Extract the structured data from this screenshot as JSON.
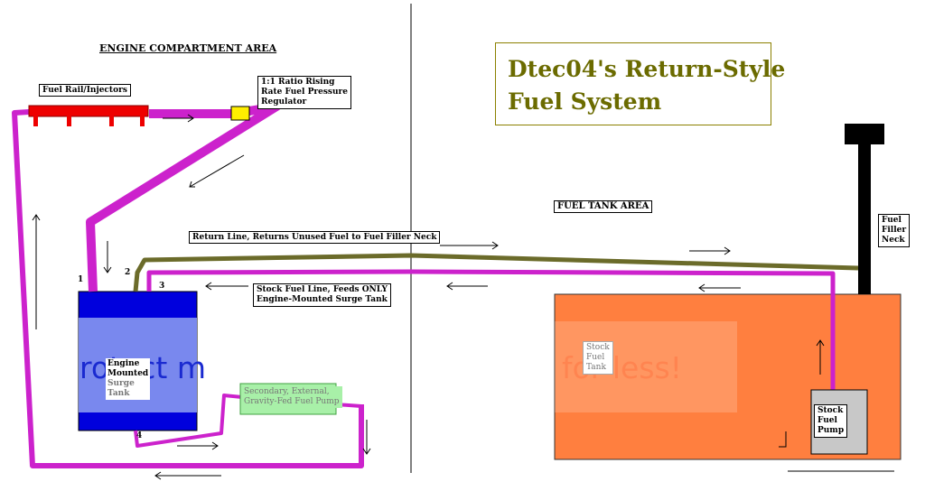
{
  "title": {
    "line1": "Dtec04's Return-Style",
    "line2": "Fuel System"
  },
  "areas": {
    "engine": "ENGINE COMPARTMENT AREA",
    "tank": "FUEL TANK AREA"
  },
  "labels": {
    "fuel_rail": "Fuel Rail/Injectors",
    "regulator_1": "1:1 Ratio Rising",
    "regulator_2": "Rate Fuel Pressure",
    "regulator_3": "Regulator",
    "return_line": "Return Line, Returns Unused Fuel to Fuel Filler Neck",
    "stock_line_1": "Stock Fuel Line, Feeds ONLY",
    "stock_line_2": "Engine-Mounted Surge Tank",
    "surge_1": "Engine",
    "surge_2": "Mounted",
    "surge_3": "Surge",
    "surge_4": "Tank",
    "secondary_1": "Secondary, External,",
    "secondary_2": "Gravity-Fed Fuel Pump",
    "stock_tank_1": "Stock",
    "stock_tank_2": "Fuel",
    "stock_tank_3": "Tank",
    "stock_pump_1": "Stock",
    "stock_pump_2": "Fuel",
    "stock_pump_3": "Pump",
    "filler_1": "Fuel",
    "filler_2": "Filler",
    "filler_3": "Neck"
  },
  "ports": {
    "p1": "1",
    "p2": "2",
    "p3": "3",
    "p4": "4"
  },
  "watermark": {
    "left": "rotect m",
    "right": "for less!"
  },
  "colors": {
    "fuel_line": "#cc22cc",
    "return_line": "#6b6b2a",
    "surge_tank": "#0000dd",
    "stock_tank": "#ff7f3f",
    "fuel_rail": "#ee0000",
    "regulator": "#ffee00",
    "secondary_pump": "#a8f0a8",
    "title_text": "#6b6b00"
  }
}
